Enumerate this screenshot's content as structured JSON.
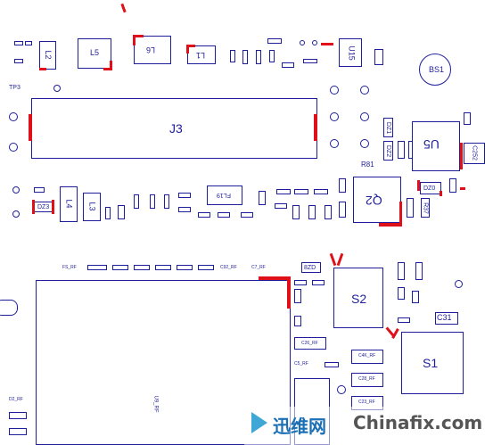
{
  "components": {
    "L2": "L2",
    "L5": "L5",
    "L6": "L6",
    "L1": "L1",
    "U15": "U15",
    "BS1": "BS1",
    "J3": "J3",
    "U5": "U5",
    "C252": "C252",
    "Q2": "Q2",
    "L4": "L4",
    "L3": "L3",
    "DZ3": "DZ3",
    "DZ0": "DZ0",
    "DZ1": "DZ1",
    "DZ2": "DZ2",
    "R81": "R81",
    "R37": "R37",
    "S2": "S2",
    "S1": "S1",
    "C31": "C31",
    "U9_RF": "U9_RF",
    "C26_RF": "C26_RF",
    "C4K_RF": "C4K_RF",
    "C28_RF": "C28_RF",
    "C23_RF": "C23_RF",
    "C5_RF": "C5_RF",
    "D2_RF": "D2_RF",
    "FL19": "FL19",
    "TP3": "TP3",
    "C7_RF": "C7_RF",
    "C92_RF": "C92_RF",
    "FS_RF": "FS_RF",
    "ZD": "8ZD"
  },
  "watermark": {
    "cn": "迅维网",
    "en": "Chinafix.com"
  }
}
